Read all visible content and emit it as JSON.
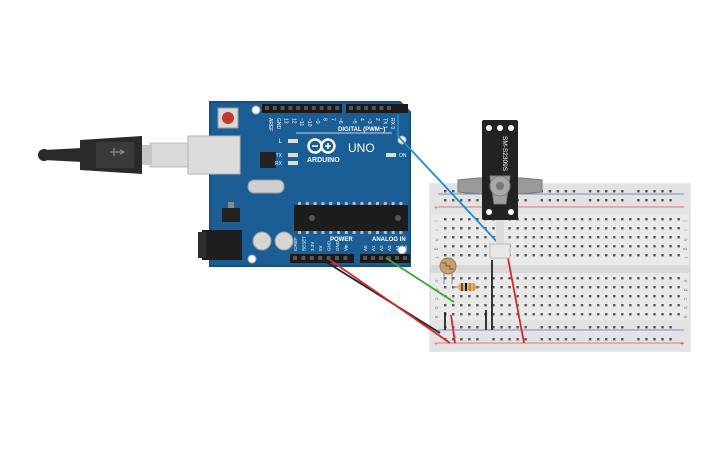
{
  "arduino": {
    "brand": "ARDUINO",
    "model": "UNO",
    "digital_label": "DIGITAL (PWM~)",
    "power_label": "POWER",
    "analog_label": "ANALOG IN",
    "on_label": "ON",
    "l_label": "L",
    "tx_label": "TX",
    "rx_label": "RX",
    "digital_pins": [
      "AREF",
      "GND",
      "13",
      "12",
      "~11",
      "~10",
      "~9",
      "8",
      "7",
      "~6",
      "~5",
      "4",
      "~3",
      "2",
      "TX 1",
      "RX 0"
    ],
    "power_pins": [
      "IOREF",
      "RESET",
      "3.3V",
      "5V",
      "GND",
      "GND",
      "Vin"
    ],
    "analog_pins": [
      "A0",
      "A1",
      "A2",
      "A3",
      "A4",
      "A5"
    ]
  },
  "servo": {
    "model_label": "SM-S2309S"
  },
  "breadboard": {
    "row_letters_top": [
      "j",
      "i",
      "h",
      "g",
      "f"
    ],
    "row_letters_bottom": [
      "e",
      "d",
      "c",
      "b",
      "a"
    ],
    "column_count": 30
  },
  "colors": {
    "board": "#1b5e96",
    "board_edge": "#174f80",
    "wire_red": "#d42a2a",
    "wire_black": "#222222",
    "wire_green": "#3aa53a",
    "wire_blue": "#1b8ed0",
    "breadboard": "#e9e9e9",
    "rail_red": "#e05050",
    "rail_blue": "#5070c0"
  }
}
